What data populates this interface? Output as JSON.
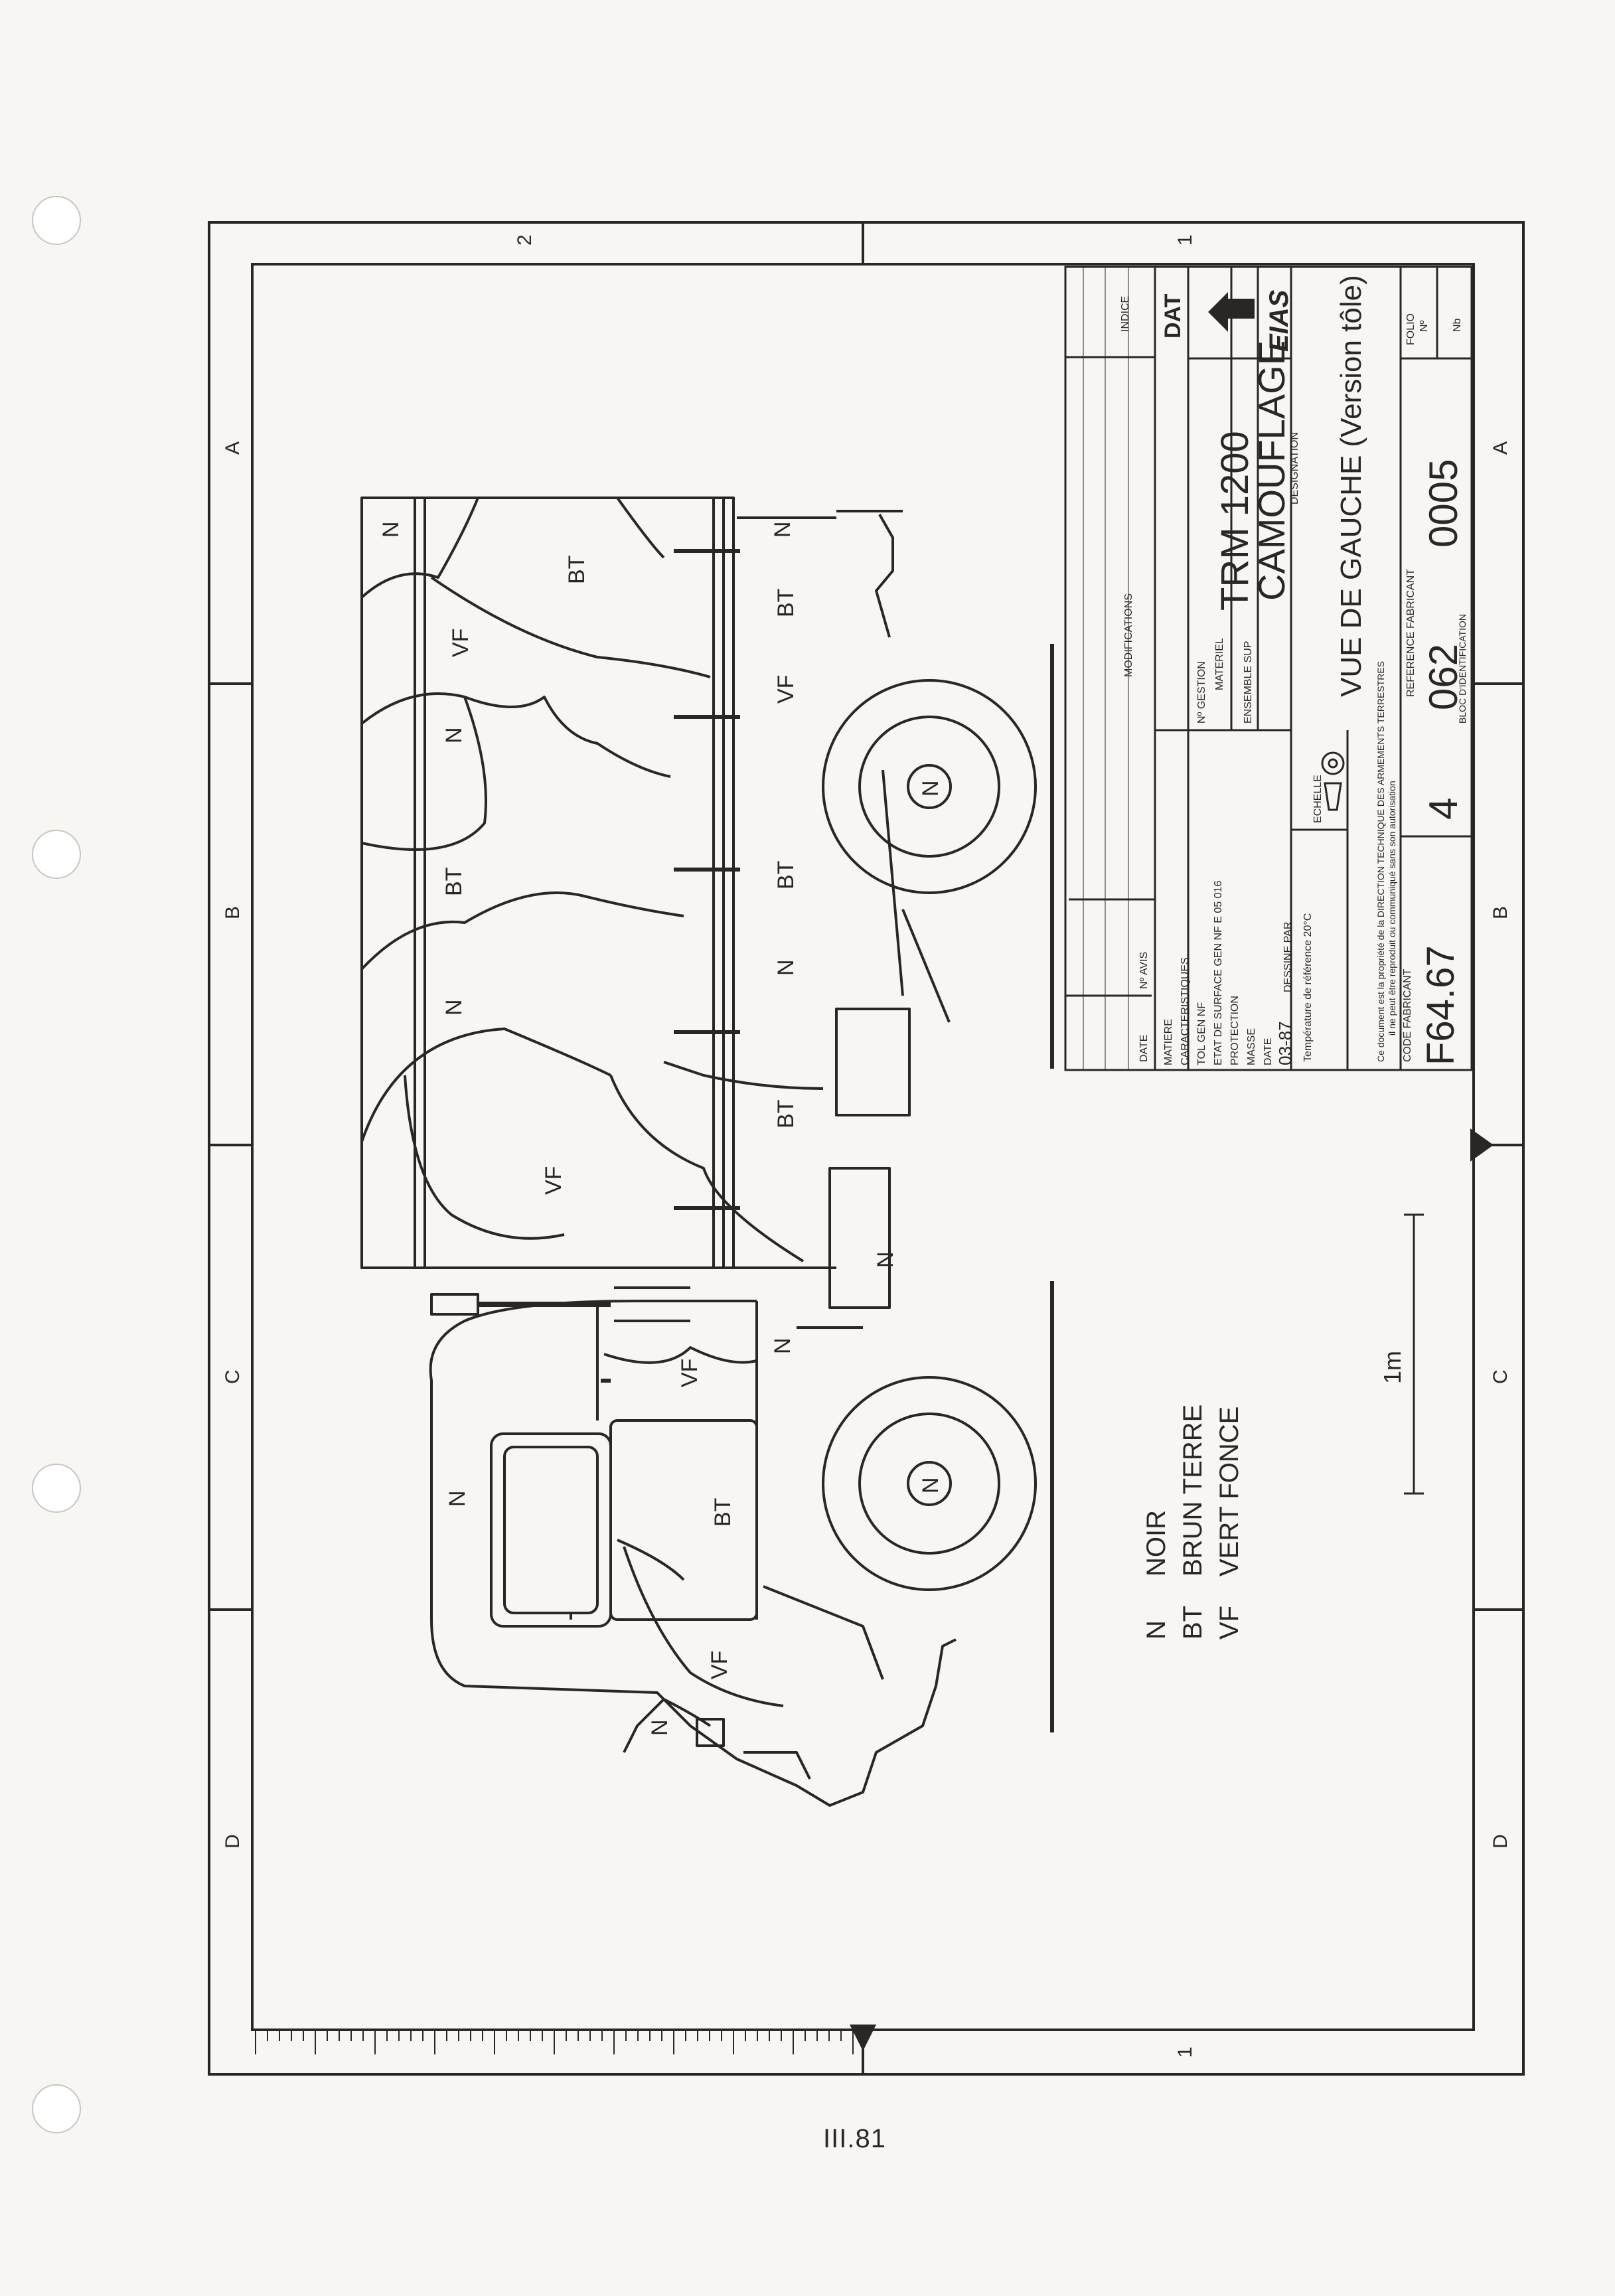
{
  "border": {
    "top_numbers": [
      "2",
      "1"
    ],
    "bottom_numbers": [
      "1"
    ],
    "side_letters": [
      "A",
      "B",
      "C",
      "D"
    ]
  },
  "title_block": {
    "indice_label": "INDICE",
    "modifications_label": "MODIFICATIONS",
    "date_col_label": "DATE",
    "avis_col_label": "Nº AVIS",
    "gestion_label": "Nº GESTION",
    "materiel_label": "MATERIEL",
    "materiel_value": "TRM 1200",
    "ensemble_label": "ENSEMBLE SUP",
    "camouflage_value": "CAMOUFLAGE",
    "designation_label": "DESIGNATION",
    "designation_value": "VUE DE GAUCHE (Version tôle)",
    "matiere_label": "MATIERE",
    "caracteristiques_label": "CARACTERISTIQUES",
    "tol_label": "TOL GEN NF",
    "etat_label": "ETAT DE SURFACE GEN NF E 05 016",
    "protection_label": "PROTECTION",
    "masse_label": "MASSE",
    "date_label": "DATE",
    "dessine_label": "DESSINE PAR",
    "date_value": "03-87",
    "temperature_note": "Température de référence 20°C",
    "echelle_label": "ECHELLE",
    "property_notice": "Ce document est la propriété de la DIRECTION TECHNIQUE DES ARMEMENTS TERRESTRES",
    "property_notice_2": "il ne peut être reproduit ou communiqué sans son autorisation",
    "code_fabricant_label": "CODE FABRICANT",
    "code_fabricant_value": "F64.67",
    "reference_label": "REFERENCE FABRICANT",
    "reference_part1": "4",
    "reference_part2": "062",
    "reference_part3": "0005",
    "bloc_label": "BLOC D'IDENTIFICATION",
    "folio_label": "FOLIO",
    "no_label": "Nº",
    "nb_label": "Nb",
    "dat_logo": "DAT",
    "eias_logo": "EIAS"
  },
  "legend": {
    "items": [
      {
        "code": "N",
        "name": "NOIR"
      },
      {
        "code": "BT",
        "name": "BRUN TERRE"
      },
      {
        "code": "VF",
        "name": "VERT FONCE"
      }
    ]
  },
  "scale_bar_label": "1m",
  "zone_labels": {
    "n": "N",
    "bt": "BT",
    "vf": "VF"
  },
  "page_number": "III.81",
  "colors": {
    "ink": "#2a2624",
    "paper": "#f7f6f3"
  }
}
